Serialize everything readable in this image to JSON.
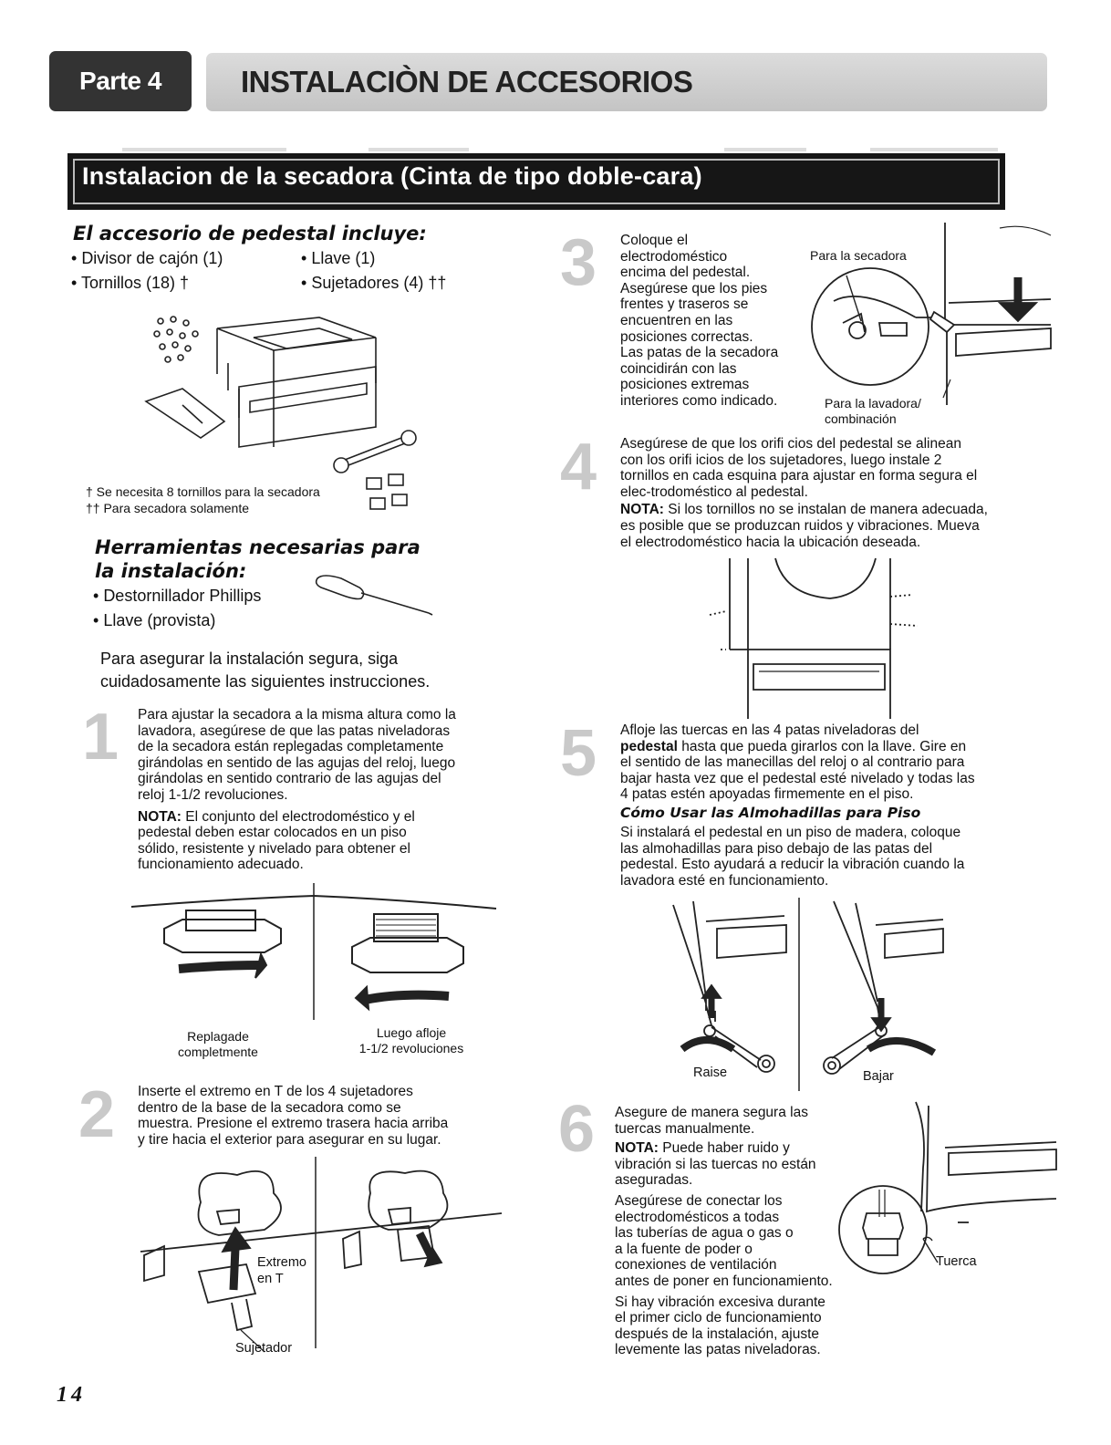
{
  "header": {
    "part_label": "Parte 4",
    "title": "INSTALACIÒN DE ACCESORIOS"
  },
  "section_title": "Instalacion de la secadora (Cinta de tipo doble-cara)",
  "kit": {
    "heading": "El accesorio de pedestal incluye:",
    "items": [
      "Divisor de cajón (1)",
      "Llave (1)",
      "Tornillos (18) †",
      "Sujetadores (4) ††"
    ],
    "notes": [
      "† Se necesita 8 tornillos para la secadora",
      "†† Para secadora solamente"
    ]
  },
  "tools": {
    "heading_line1": "Herramientas necesarias para",
    "heading_line2": "la instalación:",
    "items": [
      "Destornillador Phillips",
      "Llave (provista)"
    ]
  },
  "intro": {
    "line1": "Para asegurar la instalación segura, siga",
    "line2": "cuidadosamente las siguientes instrucciones."
  },
  "step1": {
    "number": "1",
    "lines": [
      "Para ajustar la secadora a la misma altura como la",
      "lavadora, asegúrese de que las patas niveladoras",
      "de la secadora están replegadas completamente",
      "girándolas en sentido de las agujas del reloj, luego",
      "girándolas en sentido contrario de las agujas del",
      "reloj 1-1/2 revoluciones."
    ],
    "note_label": "NOTA:",
    "note_lines": [
      " El conjunto del electrodoméstico y el",
      "pedestal deben estar colocados en un piso",
      "sólido, resistente y nivelado para obtener el",
      "funcionamiento adecuado."
    ],
    "caption_left": [
      "Replagade",
      "completmente"
    ],
    "caption_right": [
      "Luego afloje",
      "1-1/2 revoluciones"
    ]
  },
  "step2": {
    "number": "2",
    "lines": [
      "Inserte el extremo en T de los 4 sujetadores",
      "dentro de la base de la secadora como se",
      "muestra. Presione el extremo trasera hacia arriba",
      "y tire hacia el exterior para asegurar en su lugar."
    ],
    "label_t": [
      "Extremo",
      "en T"
    ],
    "label_holder": "Sujetador"
  },
  "step3": {
    "number": "3",
    "lines": [
      "Coloque el",
      "electrodoméstico",
      "encima del pedestal.",
      "Asegúrese que los pies",
      "frentes y traseros se",
      "encuentren en las",
      "posiciones correctas.",
      "Las patas de la secadora",
      "coincidirán con las",
      "posiciones extremas",
      "interiores como indicado."
    ],
    "label_dryer": "Para la secadora",
    "label_washer": [
      "Para la lavadora/",
      "combinación"
    ]
  },
  "step4": {
    "number": "4",
    "lines": [
      "Asegúrese de que los orifi cios del pedestal se alinean",
      "con los orifi icios de los sujetadores, luego instale 2",
      "tornillos en cada esquina para ajustar en forma segura el",
      "elec-trodoméstico al pedestal."
    ],
    "note_label": "NOTA:",
    "note_lines": [
      " Si los tornillos no se instalan de manera adecuada,",
      "es posible que se produzcan ruidos y vibraciones. Mueva",
      "el electrodoméstico hacia la ubicación deseada."
    ]
  },
  "step5": {
    "number": "5",
    "line1_a": "Afloje las tuercas en las 4 patas niveladoras del",
    "line2_bold": "pedestal",
    "line2_rest": " hasta que pueda girarlos con la llave. Gire en",
    "lines": [
      "el sentido de las manecillas del reloj o al contrario para",
      "bajar hasta vez que el pedestal esté nivelado y todas las",
      "4 patas estén apoyadas firmemente en el piso."
    ],
    "subheading": "Cómo Usar las Almohadillas para Piso",
    "sub_lines": [
      "Si instalará el pedestal en un piso de madera, coloque",
      "las almohadillas para piso debajo de las patas del",
      "pedestal. Esto ayudará a reducir la vibración cuando la",
      "lavadora esté en funcionamiento."
    ],
    "label_raise": "Raise",
    "label_lower": "Bajar"
  },
  "step6": {
    "number": "6",
    "lines": [
      "Asegure de manera segura las",
      "tuercas manualmente."
    ],
    "note_label": "NOTA:",
    "note_lines": [
      " Puede haber ruido y",
      "vibración si las tuercas no están",
      "aseguradas."
    ],
    "para2": [
      "Asegúrese de conectar los",
      "electrodomésticos a todas",
      "las tuberías de agua o gas o",
      "a la fuente de poder o",
      "conexiones de ventilación",
      "antes de poner en funcionamiento."
    ],
    "para3": [
      "Si hay vibración excesiva durante",
      "el primer ciclo de funcionamiento",
      "después de la instalación, ajuste",
      "levemente las patas niveladoras."
    ],
    "label_nut": "Tuerca"
  },
  "page_number": "14"
}
